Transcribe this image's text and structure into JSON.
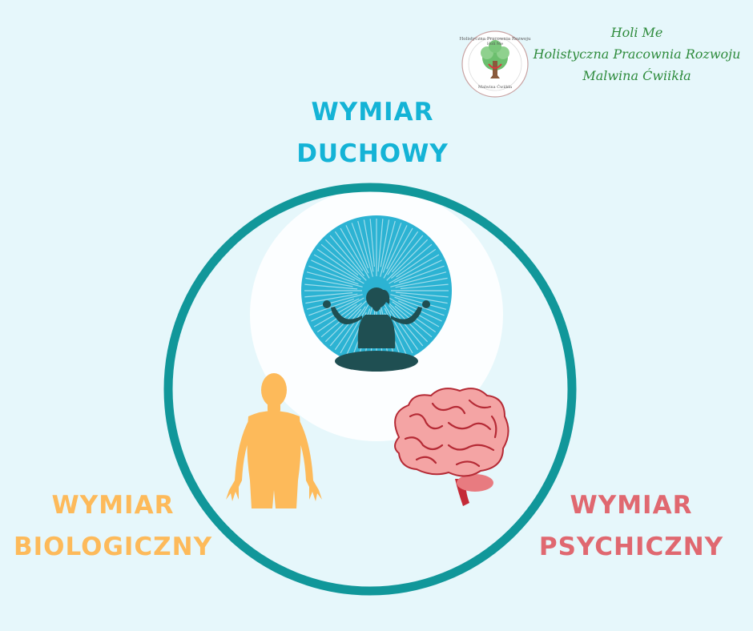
{
  "branding": {
    "line1": "Holi Me",
    "line2": "Holistyczna Pracownia Rozwoju",
    "line3": "Malwina Ćwiikła",
    "logo_ring_text": "Holistyczna Pracownia Rozwoju",
    "logo_inner_top": "Holi Me",
    "logo_inner_bottom": "Malwina Ćwiikła"
  },
  "labels": {
    "spiritual": {
      "line1": "WYMIAR",
      "line2": "DUCHOWY"
    },
    "biological": {
      "line1": "WYMIAR",
      "line2": "BIOLOGICZNY"
    },
    "psychic": {
      "line1": "WYMIAR",
      "line2": "PSYCHICZNY"
    }
  },
  "colors": {
    "background": "#e6f7fb",
    "circle": "#11979a",
    "spiritual": "#14b3d6",
    "biological": "#fdba5a",
    "psychic": "#e06870",
    "brand": "#2e8b3c",
    "silhouette": "#1f4f52"
  },
  "icons": [
    "tree-logo-icon",
    "meditation-icon",
    "human-body-icon",
    "brain-icon"
  ]
}
